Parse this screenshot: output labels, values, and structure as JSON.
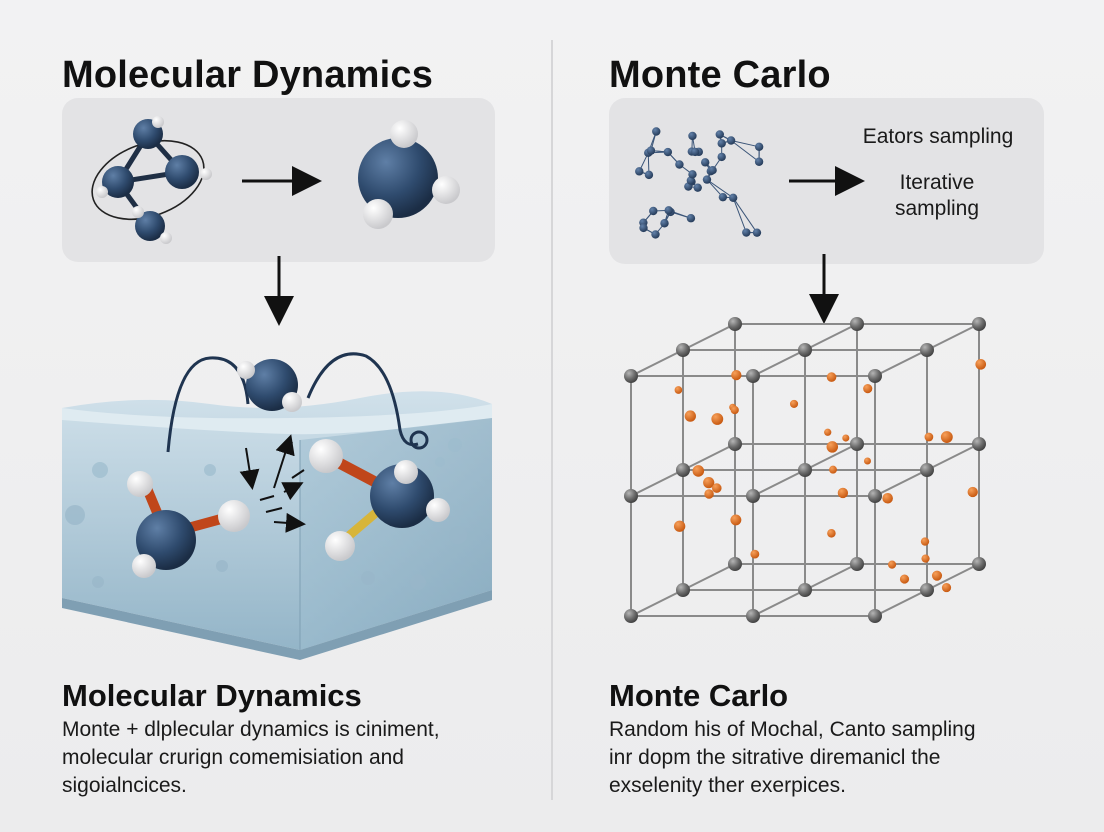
{
  "left": {
    "heading": "Molecular Dynamics",
    "caption_title": "Molecular Dynamics",
    "caption_lines": [
      "Monte + dlplecular dynamics is ciniment,",
      "molecular crurign comemisiation and",
      "sigoialncices."
    ]
  },
  "right": {
    "heading": "Monte Carlo",
    "panel_label_1": "Eators sampling",
    "panel_label_2": "Iterative sampling",
    "caption_title": "Monte Carlo",
    "caption_lines": [
      "Random his of Mochal, Canto sampling",
      "inr dopm the sitrative diremanicl the",
      "exselenity ther exerpices."
    ]
  },
  "colors": {
    "atom_navy": "#2f4b6e",
    "atom_white": "#f4f4f4",
    "bond_orange": "#c0461a",
    "lattice_node": "#6b6b6b",
    "particle_orange": "#e0741f",
    "water": "#a9c6d6"
  }
}
